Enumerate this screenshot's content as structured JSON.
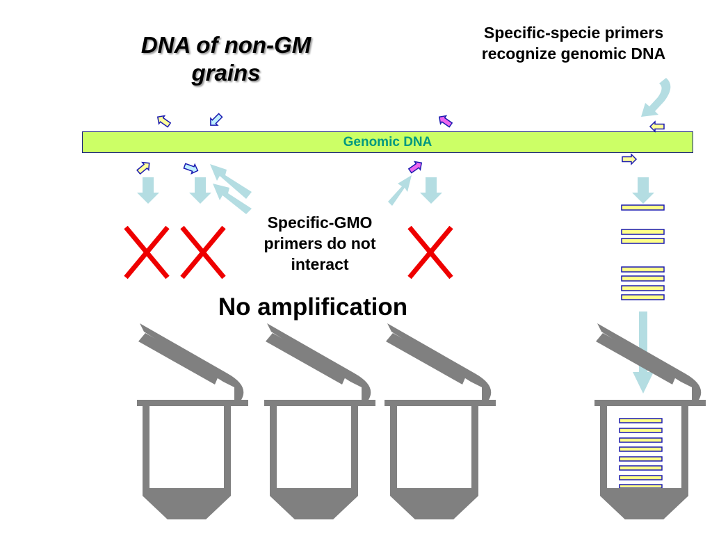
{
  "title": "DNA of non-GM grains",
  "labels": {
    "species_primers": "Specific-specie primers recognize genomic DNA",
    "gmo_primers": "Specific-GMO primers do not interact",
    "no_amplification": "No amplification",
    "genomic_dna": "Genomic DNA"
  },
  "colors": {
    "genomic_bar": "#ccff66",
    "genomic_text": "#009980",
    "primer_outline": "#1a1ab0",
    "primer_yellow": "#ffff99",
    "primer_cyan": "#bff0ff",
    "primer_magenta": "#ee66ee",
    "flow_arrow": "#b4dde2",
    "cross": "#ee0000",
    "tube": "#808080",
    "amplicon_fill": "#ffff88",
    "amplicon_outline": "#1a1ab0"
  },
  "tubes": [
    {
      "name": "tube-1",
      "amplified": false
    },
    {
      "name": "tube-2",
      "amplified": false
    },
    {
      "name": "tube-3",
      "amplified": false
    },
    {
      "name": "tube-4",
      "amplified": true,
      "amplicon_count": 8
    }
  ],
  "amplification_cycles": [
    1,
    2,
    4
  ],
  "blocked_reactions": 3
}
